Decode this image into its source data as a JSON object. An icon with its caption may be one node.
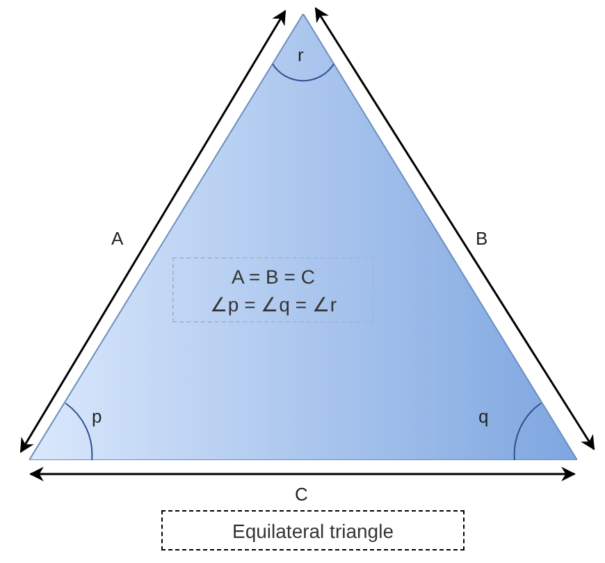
{
  "diagram": {
    "nodes": [
      {
        "text": [],
        "shape": "triangle"
      },
      {
        "text": [
          "A = B = C",
          "∠p = ∠q = ∠r"
        ],
        "in": 0
      },
      {
        "text": [
          "Equilateral triangle"
        ]
      }
    ],
    "edges": [],
    "labels": [
      "r",
      "A",
      "B",
      "p",
      "q",
      "C"
    ]
  }
}
